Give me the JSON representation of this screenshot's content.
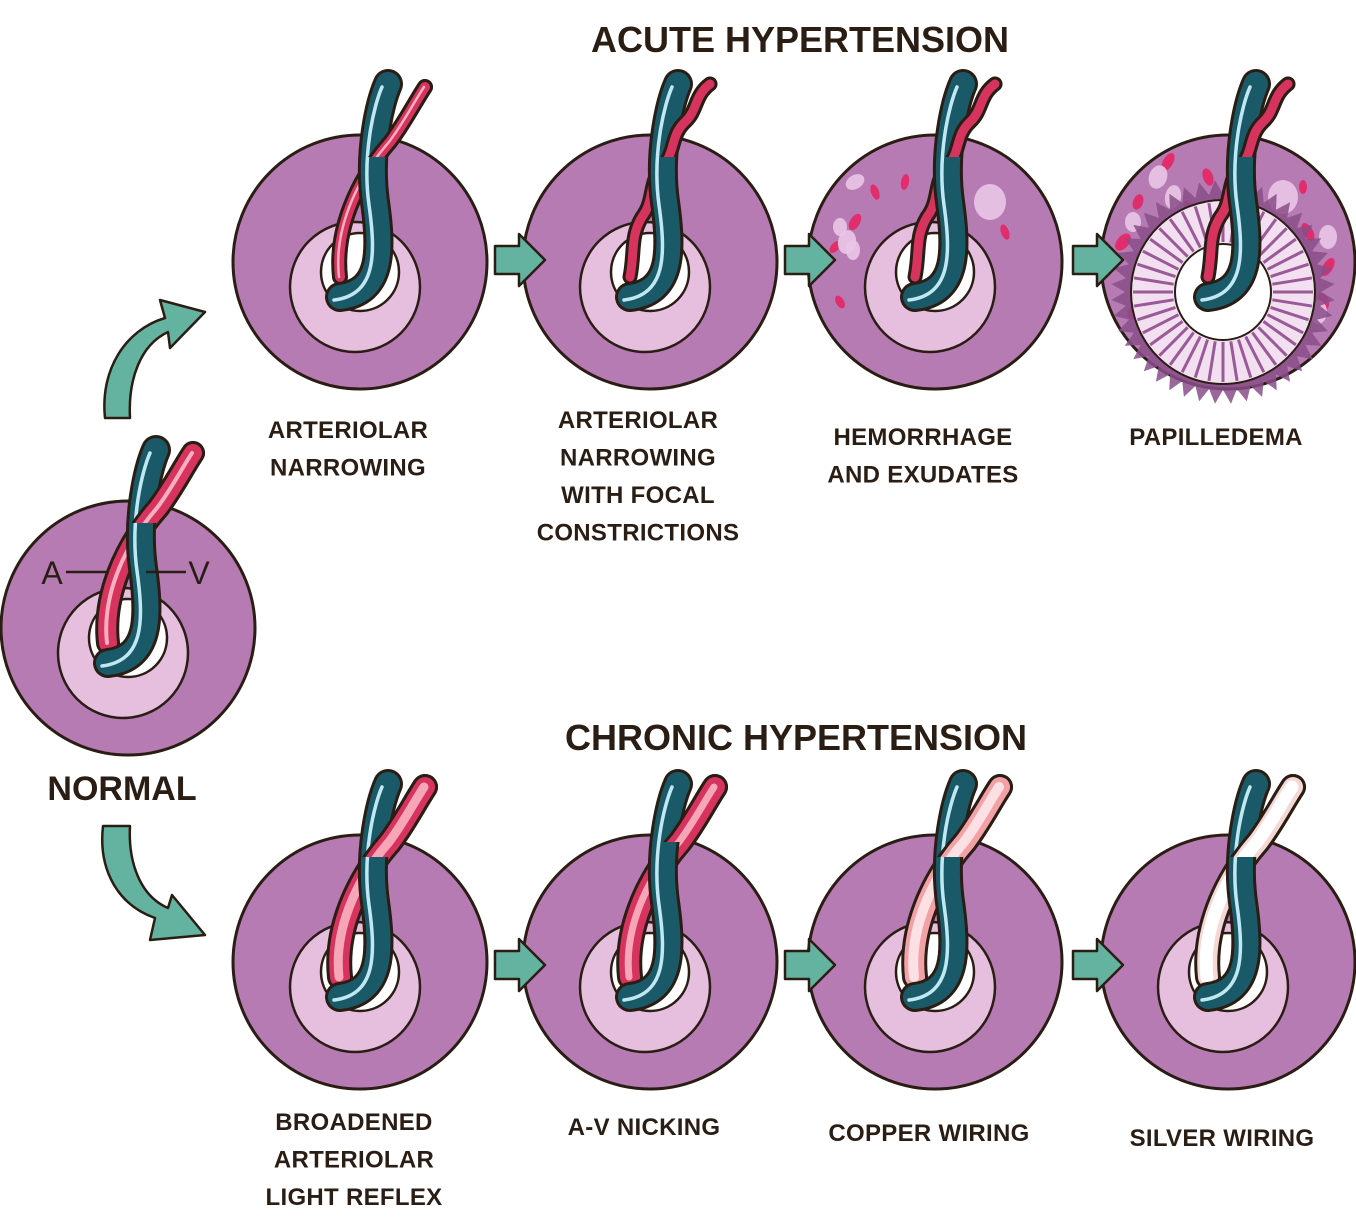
{
  "titles": {
    "acute": "ACUTE HYPERTENSION",
    "chronic": "CHRONIC HYPERTENSION"
  },
  "normal": {
    "label": "NORMAL",
    "artery_marker": "A",
    "vein_marker": "V"
  },
  "acute_stages": [
    {
      "lines": [
        "ARTERIOLAR",
        "NARROWING"
      ]
    },
    {
      "lines": [
        "ARTERIOLAR",
        "NARROWING",
        "WITH FOCAL",
        "CONSTRICTIONS"
      ]
    },
    {
      "lines": [
        "HEMORRHAGE",
        "AND EXUDATES"
      ]
    },
    {
      "lines": [
        "PAPILLEDEMA"
      ]
    }
  ],
  "chronic_stages": [
    {
      "lines": [
        "BROADENED",
        "ARTERIOLAR",
        "LIGHT REFLEX"
      ]
    },
    {
      "lines": [
        "A-V NICKING"
      ]
    },
    {
      "lines": [
        "COPPER WIRING"
      ]
    },
    {
      "lines": [
        "SILVER WIRING"
      ]
    }
  ],
  "colors": {
    "fundus": "#b77bb3",
    "optic_disc_ring": "#e6bfdf",
    "optic_cup": "#ffffff",
    "vein": "#1a5a68",
    "artery": "#d6345f",
    "arrow": "#64b3a0",
    "hemorrhage": "#e22d6d",
    "exudate": "#e9c7e6",
    "text": "#2a1d14"
  }
}
